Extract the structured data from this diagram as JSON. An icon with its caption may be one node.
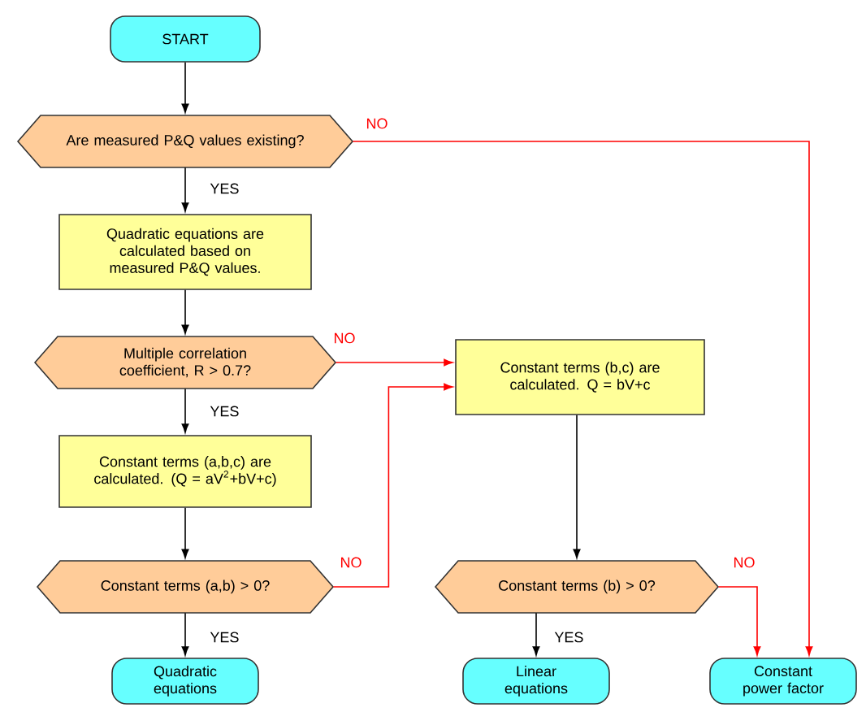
{
  "diagram": {
    "nodes": [
      {
        "text": [
          "START"
        ]
      },
      {
        "text": [
          "Are measured P&Q values existing?"
        ]
      },
      {
        "text": [
          "Quadratic equations are calculated based on measured P&Q values."
        ]
      },
      {
        "text": [
          "Multiple correlation coefficient, R > 0.7?"
        ]
      },
      {
        "text": [
          "Constant terms (a,b,c) are calculated. (Q = aV$^{2}$+bV+c)"
        ]
      },
      {
        "text": [
          "Constant terms (a,b) > 0?"
        ]
      },
      {
        "text": [
          "Quadratic equations"
        ]
      },
      {
        "text": [
          "Constant terms (b,c) are calculated. Q = bV+c"
        ]
      },
      {
        "text": [
          "Constant terms (b) > 0?"
        ]
      },
      {
        "text": [
          "Linear equations"
        ]
      },
      {
        "text": [
          "Constant power factor"
        ]
      }
    ],
    "edges": [
      {
        "from": 0,
        "to": 1,
        "arrow": "to"
      },
      {
        "from": 1,
        "to": 2,
        "arrow": "to",
        "label": "YES"
      },
      {
        "from": 1,
        "to": 10,
        "arrow": "to",
        "label": "NO",
        "color": "#ff0000"
      },
      {
        "from": 2,
        "to": 3,
        "arrow": "to"
      },
      {
        "from": 3,
        "to": 4,
        "arrow": "to",
        "label": "YES"
      },
      {
        "from": 3,
        "to": 7,
        "arrow": "to",
        "label": "NO",
        "color": "#ff0000"
      },
      {
        "from": 4,
        "to": 5,
        "arrow": "to"
      },
      {
        "from": 5,
        "to": 6,
        "arrow": "to",
        "label": "YES"
      },
      {
        "from": 5,
        "to": 7,
        "arrow": "to",
        "label": "NO",
        "color": "#ff0000"
      },
      {
        "from": 7,
        "to": 8,
        "arrow": "to"
      },
      {
        "from": 8,
        "to": 9,
        "arrow": "to",
        "label": "YES"
      },
      {
        "from": 8,
        "to": 10,
        "arrow": "to",
        "label": "NO",
        "color": "#ff0000"
      }
    ]
  }
}
